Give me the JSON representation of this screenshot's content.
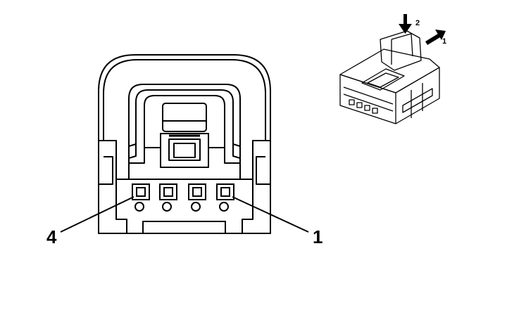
{
  "diagram": {
    "pin_labels": {
      "left": "4",
      "right": "1"
    },
    "release_steps": {
      "first": "1",
      "second": "2"
    },
    "colors": {
      "line": "#000000",
      "background": "#ffffff"
    }
  }
}
